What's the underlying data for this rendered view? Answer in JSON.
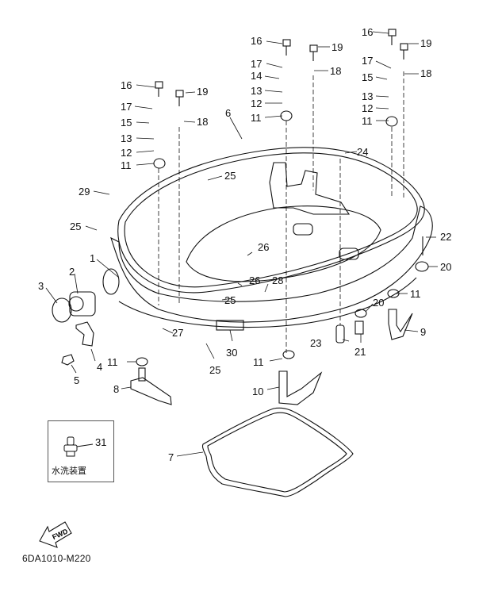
{
  "diagram": {
    "title": "Bottom Cowling parts diagram",
    "drawing_code": "6DA1010-M220",
    "fwd_label": "FWD",
    "inset": {
      "caption": "水洗装置",
      "part_label": "31"
    },
    "callouts": [
      {
        "id": "c16a",
        "text": "16"
      },
      {
        "id": "c19a",
        "text": "19"
      },
      {
        "id": "c17a",
        "text": "17"
      },
      {
        "id": "c15a",
        "text": "15"
      },
      {
        "id": "c18a",
        "text": "18"
      },
      {
        "id": "c13a",
        "text": "13"
      },
      {
        "id": "c12a",
        "text": "12"
      },
      {
        "id": "c11a",
        "text": "11"
      },
      {
        "id": "c16b",
        "text": "16"
      },
      {
        "id": "c19b",
        "text": "19"
      },
      {
        "id": "c17b",
        "text": "17"
      },
      {
        "id": "c14b",
        "text": "14"
      },
      {
        "id": "c18b",
        "text": "18"
      },
      {
        "id": "c13b",
        "text": "13"
      },
      {
        "id": "c12b",
        "text": "12"
      },
      {
        "id": "c11b",
        "text": "11"
      },
      {
        "id": "c16c",
        "text": "16"
      },
      {
        "id": "c19c",
        "text": "19"
      },
      {
        "id": "c17c",
        "text": "17"
      },
      {
        "id": "c15c",
        "text": "15"
      },
      {
        "id": "c18c",
        "text": "18"
      },
      {
        "id": "c13c",
        "text": "13"
      },
      {
        "id": "c12c",
        "text": "12"
      },
      {
        "id": "c11c",
        "text": "11"
      },
      {
        "id": "c6",
        "text": "6"
      },
      {
        "id": "c24",
        "text": "24"
      },
      {
        "id": "c25a",
        "text": "25"
      },
      {
        "id": "c29",
        "text": "29"
      },
      {
        "id": "c25b",
        "text": "25"
      },
      {
        "id": "c22",
        "text": "22"
      },
      {
        "id": "c26a",
        "text": "26"
      },
      {
        "id": "c20a",
        "text": "20"
      },
      {
        "id": "c1",
        "text": "1"
      },
      {
        "id": "c2",
        "text": "2"
      },
      {
        "id": "c26b",
        "text": "26"
      },
      {
        "id": "c28",
        "text": "28"
      },
      {
        "id": "c25c",
        "text": "25"
      },
      {
        "id": "c11d",
        "text": "11"
      },
      {
        "id": "c3",
        "text": "3"
      },
      {
        "id": "c20b",
        "text": "20"
      },
      {
        "id": "c9",
        "text": "9"
      },
      {
        "id": "c4",
        "text": "4"
      },
      {
        "id": "c27",
        "text": "27"
      },
      {
        "id": "c30",
        "text": "30"
      },
      {
        "id": "c23",
        "text": "23"
      },
      {
        "id": "c21",
        "text": "21"
      },
      {
        "id": "c11e",
        "text": "11"
      },
      {
        "id": "c11f",
        "text": "11"
      },
      {
        "id": "c5",
        "text": "5"
      },
      {
        "id": "c25d",
        "text": "25"
      },
      {
        "id": "c8",
        "text": "8"
      },
      {
        "id": "c10",
        "text": "10"
      },
      {
        "id": "c7",
        "text": "7"
      }
    ]
  }
}
